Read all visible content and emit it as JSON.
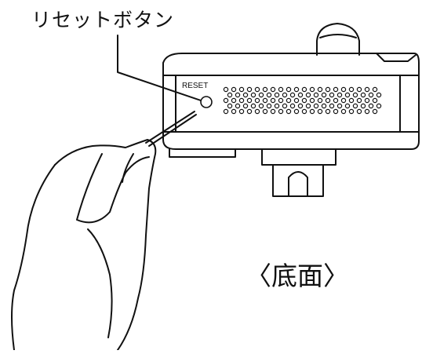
{
  "callout": {
    "label": "リセットボタン"
  },
  "device": {
    "reset_label": "RESET"
  },
  "caption": {
    "view": "〈底面〉"
  }
}
